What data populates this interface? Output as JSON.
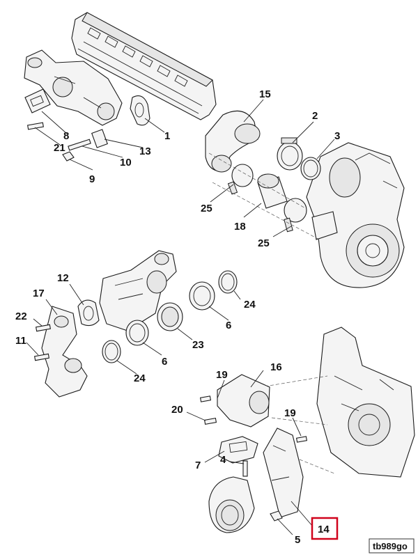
{
  "diagram": {
    "drawing_code": "tb989go",
    "highlighted_callout": "14",
    "callouts": {
      "c1": "1",
      "c2": "2",
      "c3": "3",
      "c4": "4",
      "c5": "5",
      "c6a": "6",
      "c6b": "6",
      "c7": "7",
      "c8": "8",
      "c9": "9",
      "c10": "10",
      "c11": "11",
      "c12": "12",
      "c13": "13",
      "c14": "14",
      "c15": "15",
      "c16": "16",
      "c17": "17",
      "c18": "18",
      "c19a": "19",
      "c19b": "19",
      "c20": "20",
      "c21": "21",
      "c22": "22",
      "c23": "23",
      "c24a": "24",
      "c24b": "24",
      "c25a": "25",
      "c25b": "25"
    }
  }
}
